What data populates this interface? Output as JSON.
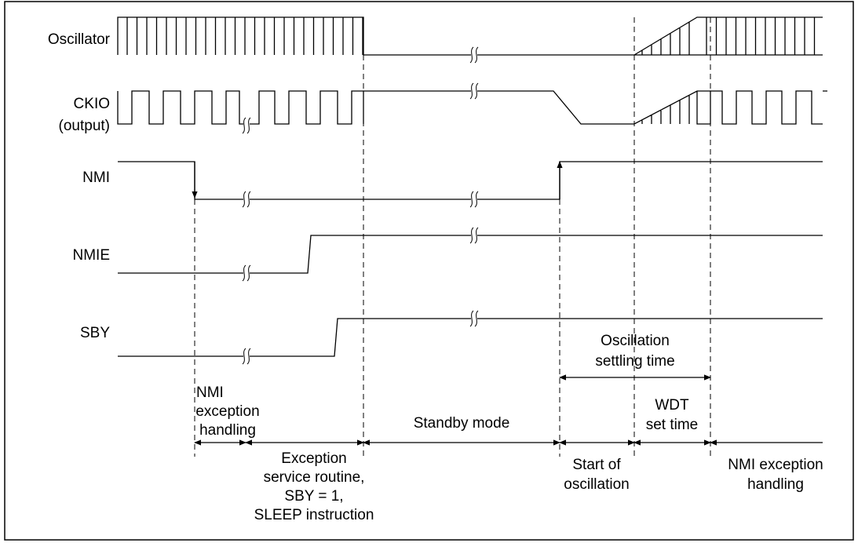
{
  "signals": {
    "oscillator": "Oscillator",
    "ckio_line1": "CKIO",
    "ckio_line2": "(output)",
    "nmi": "NMI",
    "nmie": "NMIE",
    "sby": "SBY"
  },
  "annotations": {
    "nmi_handling_1": "NMI",
    "nmi_handling_2": "exception",
    "nmi_handling_3": "handling",
    "exc_service_1": "Exception",
    "exc_service_2": "service routine,",
    "exc_service_3": "SBY = 1,",
    "exc_service_4": "SLEEP instruction",
    "standby_mode": "Standby mode",
    "osc_settle_1": "Oscillation",
    "osc_settle_2": "settling time",
    "wdt_1": "WDT",
    "wdt_2": "set time",
    "start_osc_1": "Start of",
    "start_osc_2": "oscillation",
    "nmi_exc_end_1": "NMI exception",
    "nmi_exc_end_2": "handling"
  },
  "colors": {
    "line": "#000000",
    "background": "#ffffff"
  }
}
